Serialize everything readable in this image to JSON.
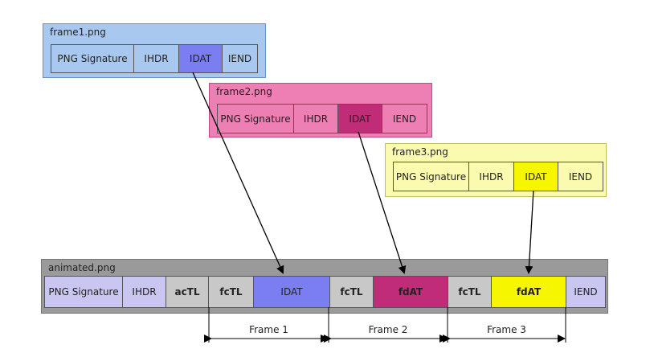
{
  "frames": [
    {
      "title": "frame1.png",
      "cells": [
        "PNG Signature",
        "IHDR",
        "IDAT",
        "IEND"
      ]
    },
    {
      "title": "frame2.png",
      "cells": [
        "PNG Signature",
        "IHDR",
        "IDAT",
        "IEND"
      ]
    },
    {
      "title": "frame3.png",
      "cells": [
        "PNG Signature",
        "IHDR",
        "IDAT",
        "IEND"
      ]
    }
  ],
  "animated": {
    "title": "animated.png",
    "cells": [
      "PNG Signature",
      "IHDR",
      "acTL",
      "fcTL",
      "IDAT",
      "fcTL",
      "fdAT",
      "fcTL",
      "fdAT",
      "IEND"
    ]
  },
  "frame_labels": [
    "Frame 1",
    "Frame 2",
    "Frame 3"
  ],
  "colors": {
    "frame1_bg": "#a9c8f0",
    "frame1_border": "#6a8fc8",
    "frame1_idat": "#7a7ef0",
    "frame2_bg": "#ee7fb4",
    "frame2_border": "#c24b86",
    "frame2_idat": "#c02c78",
    "frame3_bg": "#fbfbb0",
    "frame3_border": "#bdbd60",
    "frame3_idat": "#f6f600",
    "animated_bg": "#9a9a9a",
    "animated_idat": "#7a7ef0",
    "animated_fdat2": "#c02c78",
    "animated_fdat3": "#f6f600",
    "neutral_cell": "#c8c8c8",
    "sig_cell": "#c9c6f2"
  }
}
